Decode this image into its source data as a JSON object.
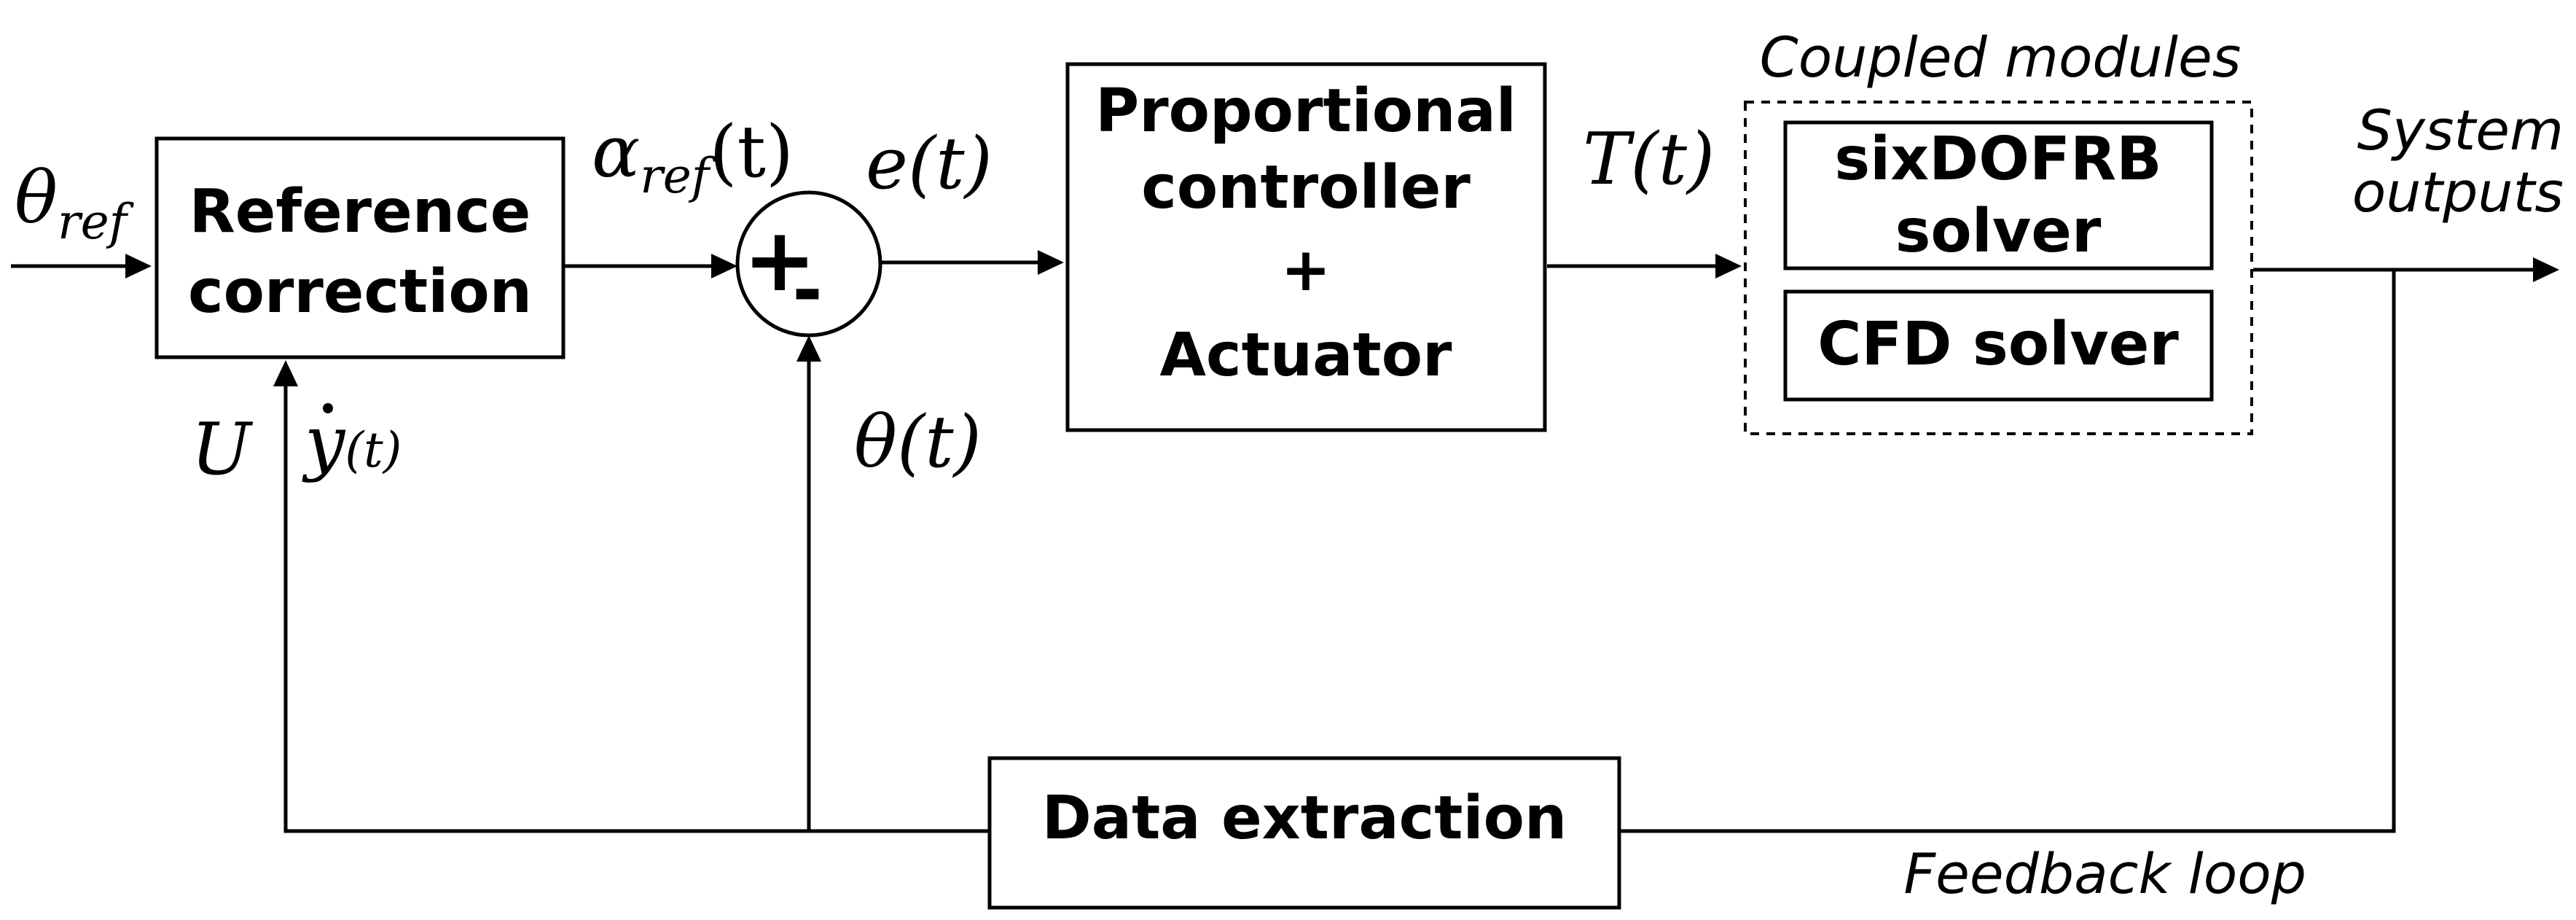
{
  "blocks": {
    "reference_correction": [
      "Reference",
      "correction"
    ],
    "controller": [
      "Proportional",
      "controller",
      "+",
      "Actuator"
    ],
    "coupled_modules_title": "Coupled modules",
    "sixdof": [
      "sixDOFRB",
      "solver"
    ],
    "cfd": "CFD solver",
    "data_extraction": "Data extraction"
  },
  "summing_junction": {
    "plus": "+",
    "minus": "-"
  },
  "signals": {
    "theta_ref": {
      "base": "θ",
      "sub": "ref"
    },
    "alpha_ref": {
      "base": "α",
      "sub": "ref",
      "arg": "(t)"
    },
    "error": "e(t)",
    "torque": "T(t)",
    "theta": "θ(t)",
    "speed": "U",
    "ydot": {
      "base": "y",
      "arg": "(t)"
    }
  },
  "annotations": {
    "system_outputs": [
      "System",
      "outputs"
    ],
    "feedback_loop": "Feedback loop"
  }
}
